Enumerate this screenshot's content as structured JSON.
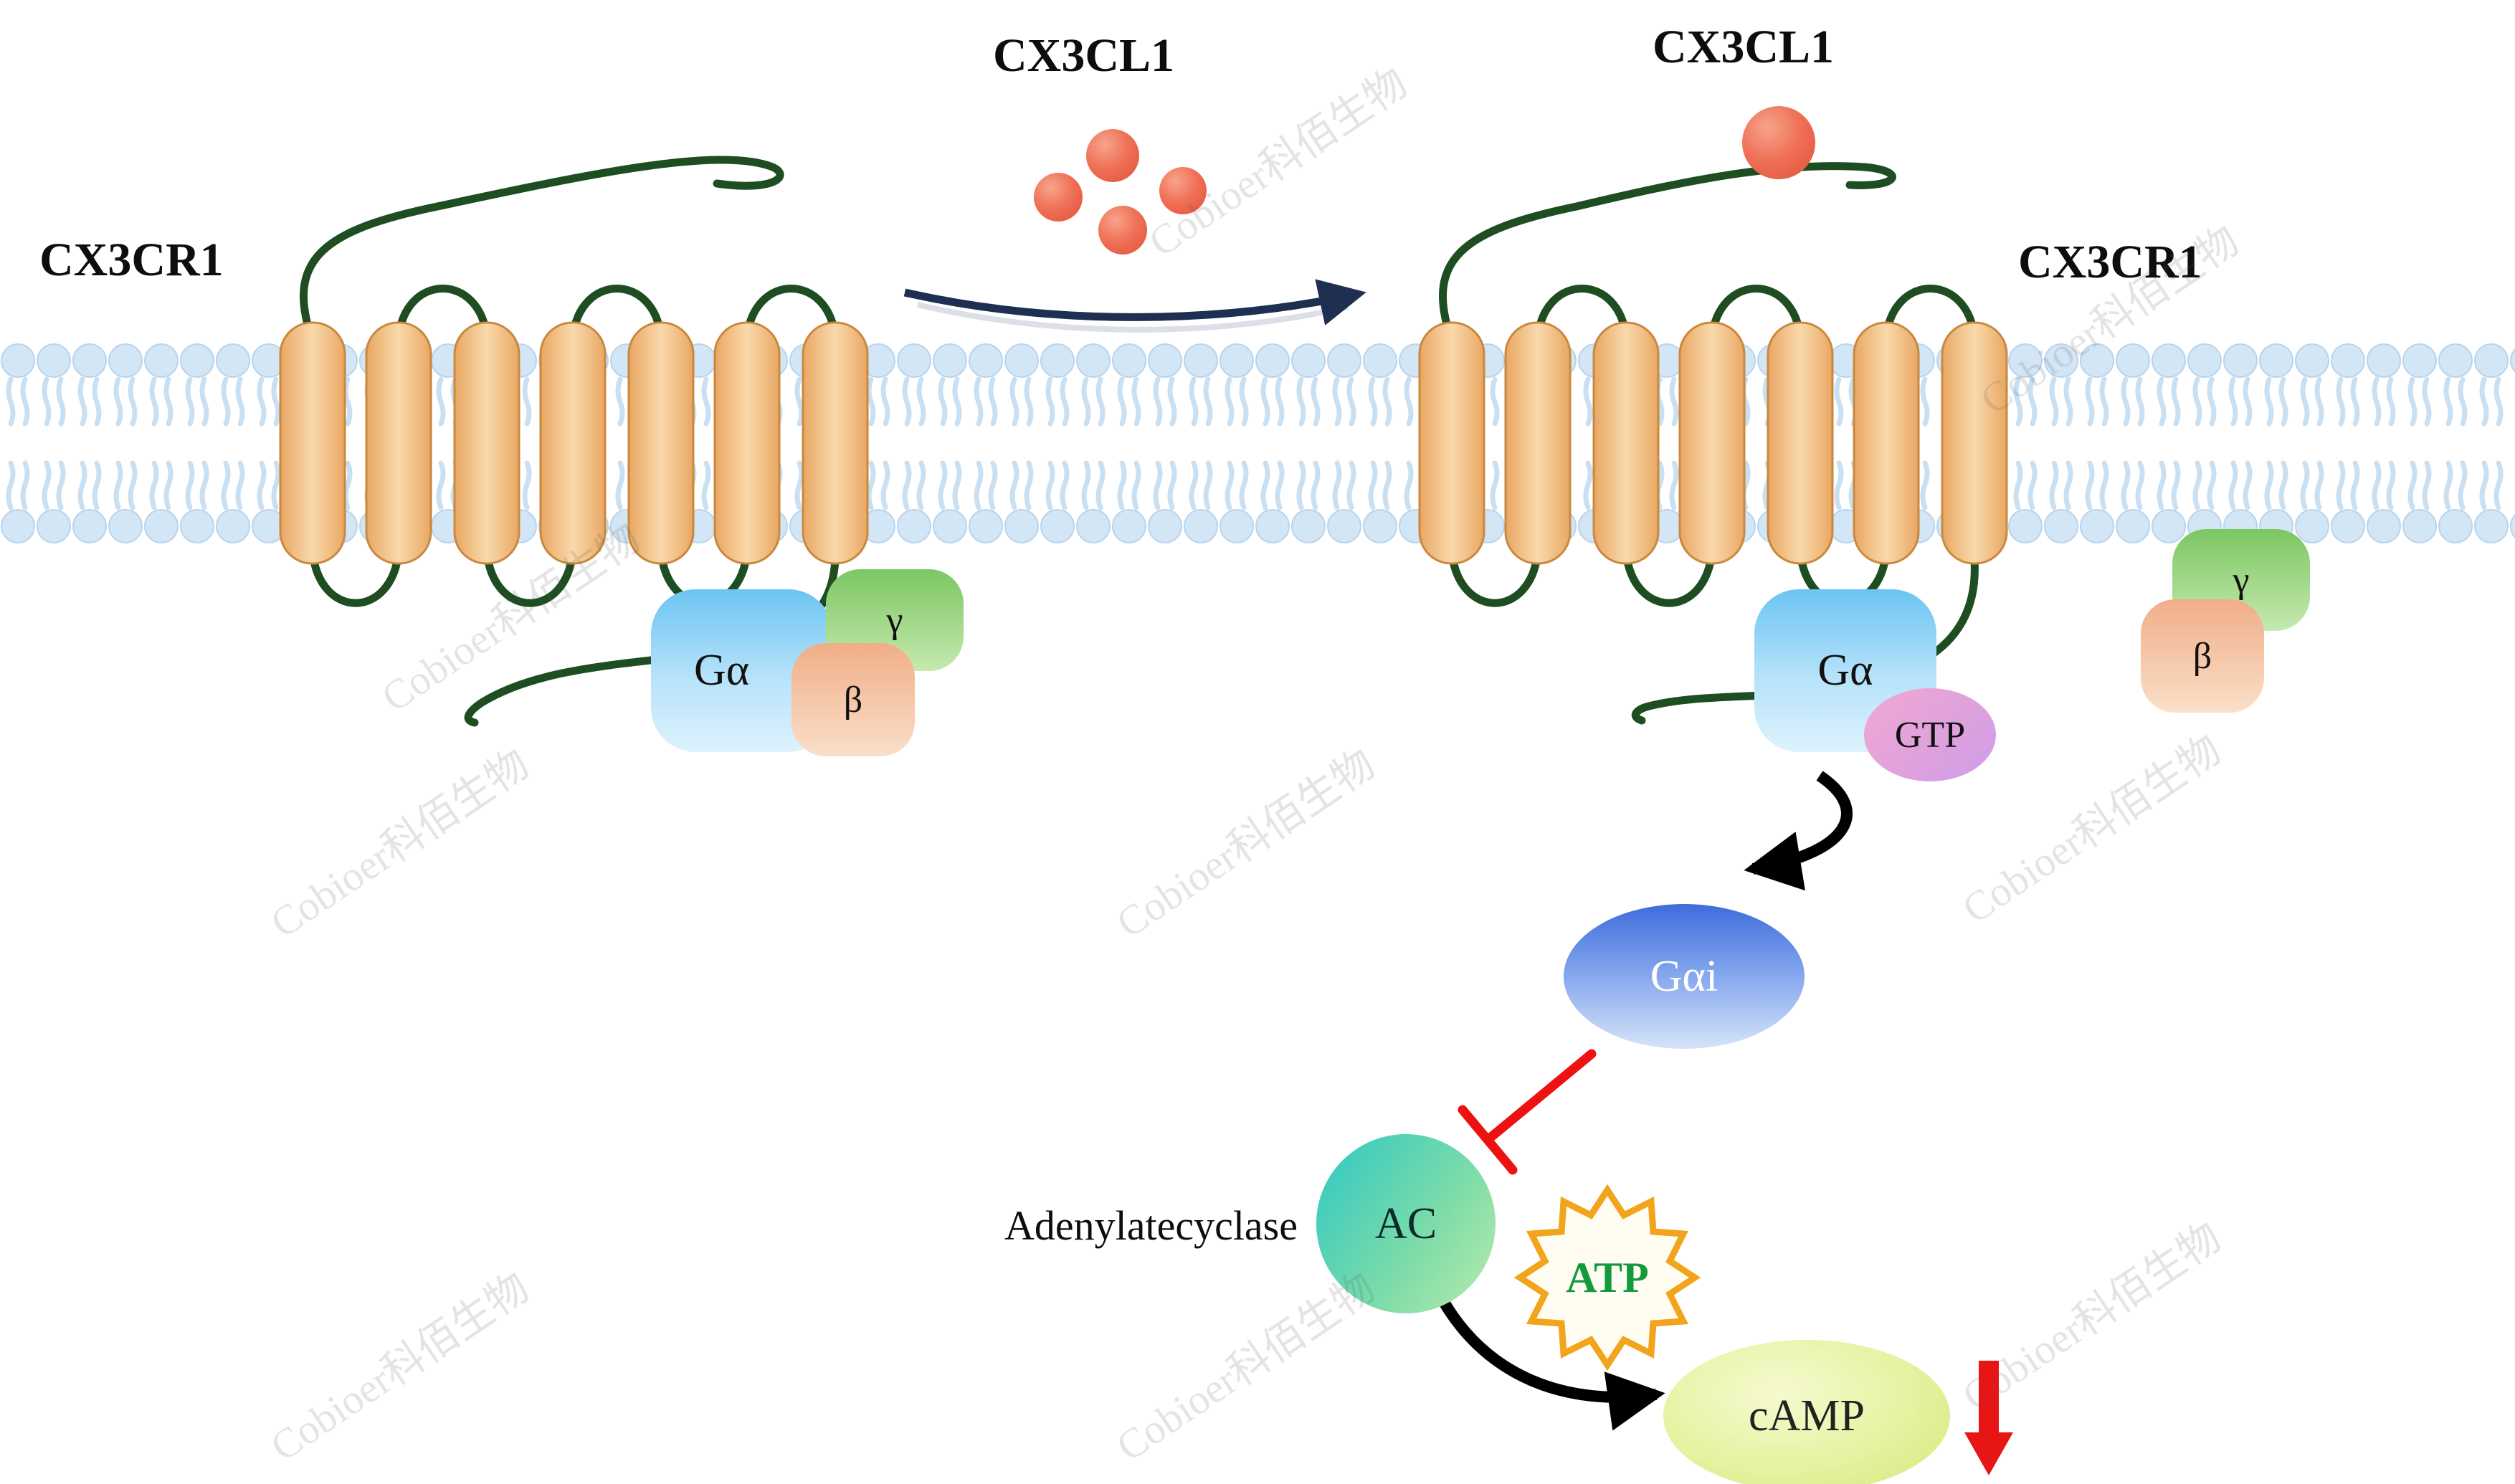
{
  "watermark": {
    "text": "Cobioer科佰生物"
  },
  "labels": {
    "cx3cr1": "CX3CR1",
    "cx3cl1": "CX3CL1",
    "adenylate_cyclase": "Adenylatecyclase"
  },
  "molecules": {
    "g_alpha": "Gα",
    "beta": "β",
    "gamma": "γ",
    "gtp": "GTP",
    "g_alpha_i": "Gαi",
    "ac": "AC",
    "atp": "ATP",
    "camp": "cAMP"
  },
  "colors": {
    "membrane_head": "#d3e6f6",
    "helix": "#f3c389",
    "loop": "#1d4d20",
    "ligand": "#ea5a41",
    "g_alpha": "#6cc4f2",
    "beta": "#f0ae88",
    "gamma": "#7cc763",
    "gtp": "#d9a0dc",
    "g_alpha_i": "#3f6cdc",
    "ac": "#2ec8c4",
    "camp": "#e3f096",
    "atp_star": "#f2a41c",
    "atp_text": "#14993c",
    "inhibition": "#ee1111",
    "activation_arrow": "#1e2f52"
  }
}
